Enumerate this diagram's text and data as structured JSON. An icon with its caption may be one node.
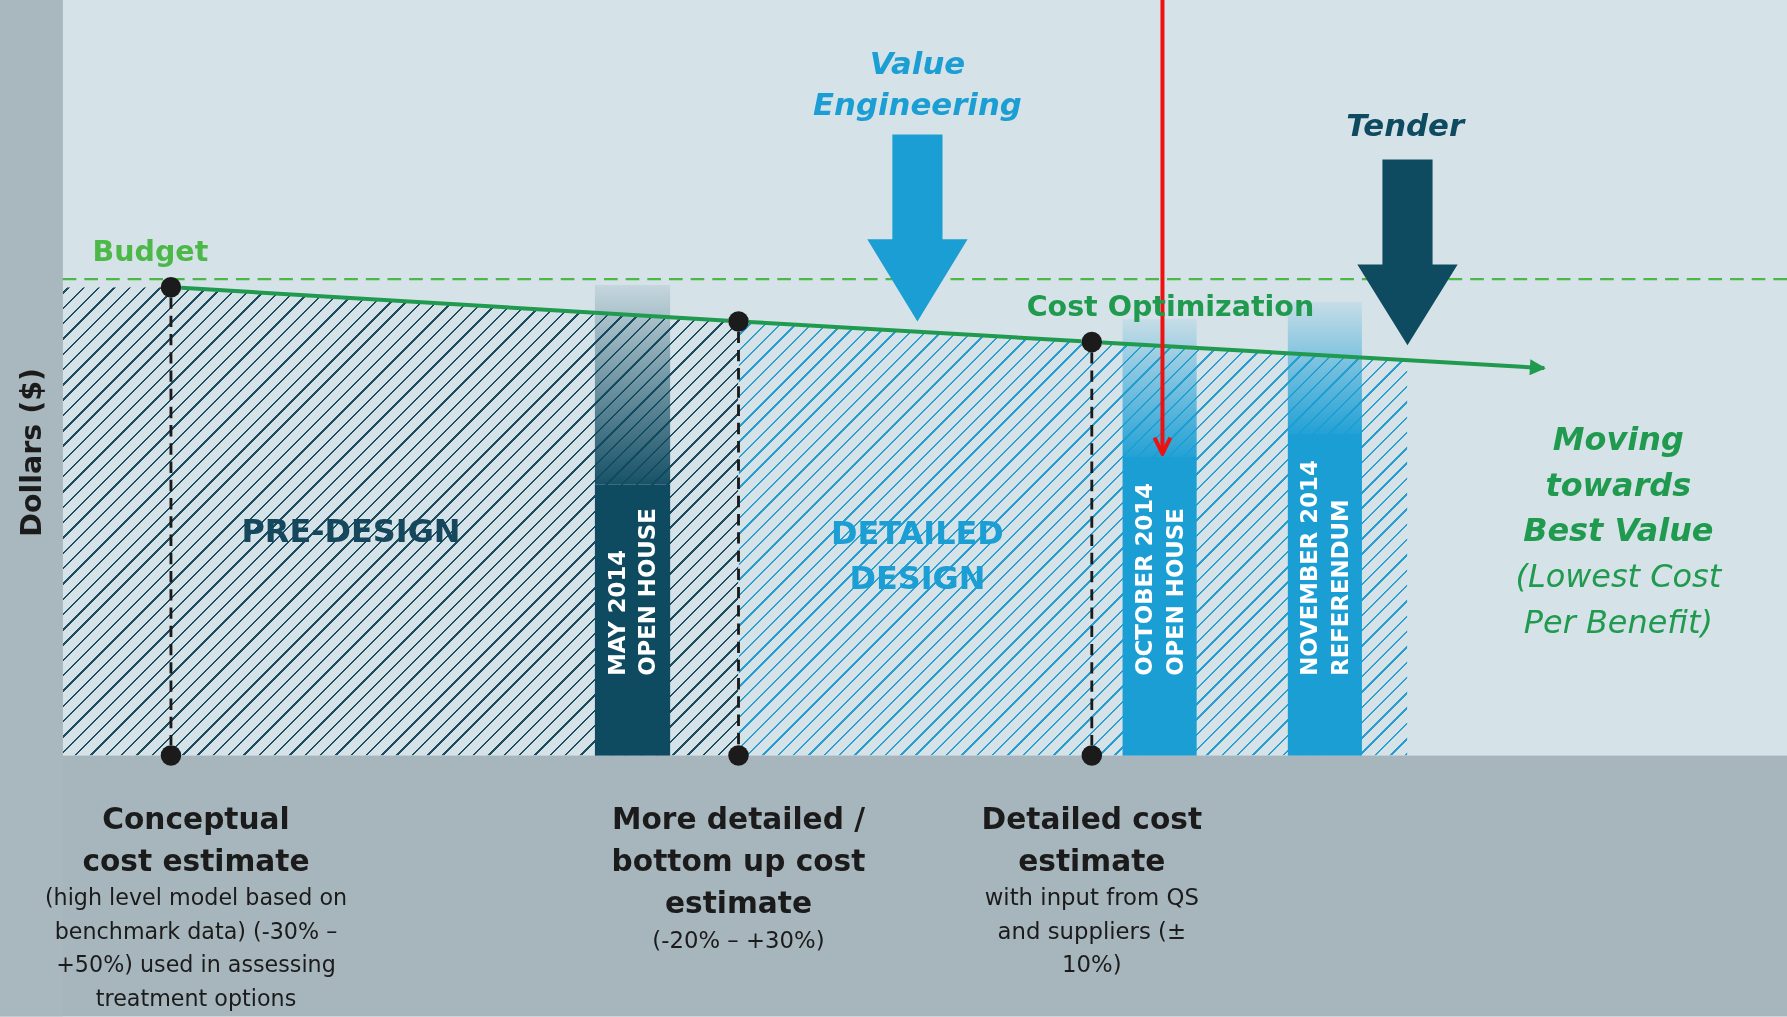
{
  "diagram": {
    "nodes": [
      {
        "text": [
          "MAY 2014 OPEN HOUSE"
        ]
      },
      {
        "text": [
          "OCTOBER 2014 OPEN HOUSE"
        ]
      },
      {
        "text": [
          "NOVEMBER 2014 REFERENDUM"
        ]
      },
      {
        "text": [],
        "shape": "circle"
      },
      {
        "text": [],
        "shape": "circle"
      },
      {
        "text": [],
        "shape": "circle"
      },
      {
        "text": [],
        "shape": "circle"
      },
      {
        "text": [],
        "shape": "circle"
      },
      {
        "text": [],
        "shape": "circle"
      }
    ],
    "edges": [
      {
        "from": 3,
        "to": 4,
        "arrow": "none",
        "color": "#1f9a4e"
      },
      {
        "from": 4,
        "to": 5,
        "arrow": "none",
        "color": "#1f9a4e"
      },
      {
        "from": 5,
        "to": null,
        "arrow": "to",
        "color": "#1f9a4e"
      },
      {
        "from": 3,
        "to": 6,
        "arrow": "none",
        "style": "dashed",
        "color": "#1b1b1b"
      },
      {
        "from": 4,
        "to": 7,
        "arrow": "none",
        "style": "dashed",
        "color": "#1b1b1b"
      },
      {
        "from": 5,
        "to": 8,
        "arrow": "none",
        "style": "dashed",
        "color": "#1b1b1b"
      },
      {
        "from": null,
        "to": 1,
        "arrow": "to",
        "color": "#ee1111"
      }
    ],
    "labels": [
      "Value Engineering",
      "Tender",
      "Budget",
      "Cost Optimization",
      "Dollars ($)",
      "PRE-DESIGN",
      "DETAILED DESIGN",
      "Moving towards Best Value",
      "(Lowest Cost Per Benefit)",
      "Conceptual cost estimate",
      "(high level model based on benchmark data) (-30% – +50%) used in assessing treatment options",
      "More detailed / bottom up cost estimate",
      "(-20% – +30%)",
      "Detailed cost estimate",
      "with input from QS and suppliers (± 10%)"
    ]
  }
}
